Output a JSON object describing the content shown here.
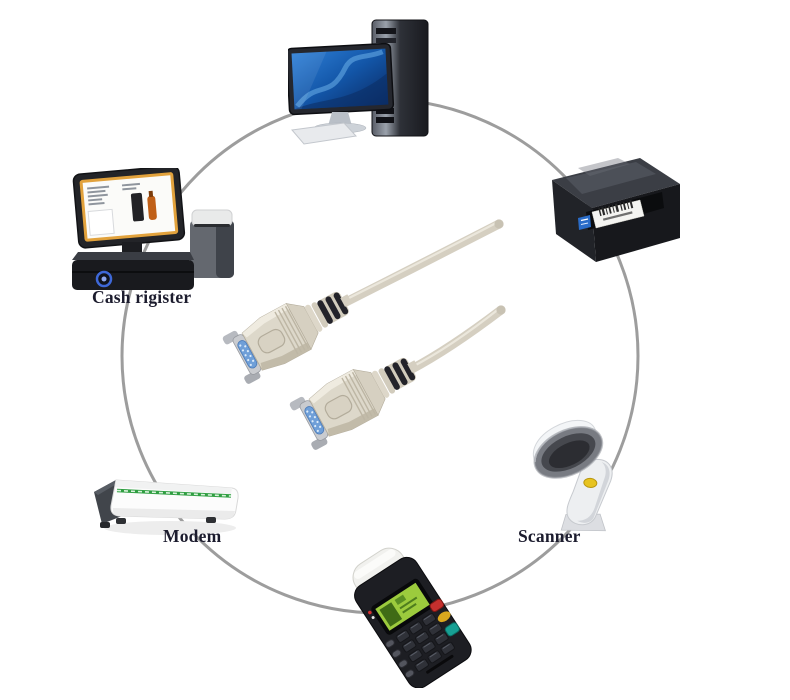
{
  "diagram": {
    "center_item": {
      "name": "serial-cable-db9-image"
    },
    "devices": [
      {
        "name": "desktop-computer-image",
        "label": ""
      },
      {
        "name": "label-printer-image",
        "label": ""
      },
      {
        "name": "barcode-scanner-image",
        "label": "Scanner"
      },
      {
        "name": "pos-terminal-image",
        "label": ""
      },
      {
        "name": "modem-image",
        "label": "Modem"
      },
      {
        "name": "cash-register-image",
        "label": "Cash rigister"
      }
    ]
  },
  "colors": {
    "background": "#ffffff",
    "circle": "#9d9d9d",
    "label_text": "#1c1c2e",
    "cable_beige": "#d5cfc1",
    "connector_blue": "#6f9fd8",
    "pos_screen_green": "#9ccb3d",
    "modem_stripe_green": "#2f9e41",
    "printer_logo_blue": "#2a6cc8",
    "register_bezel_orange": "#e2a23c"
  }
}
